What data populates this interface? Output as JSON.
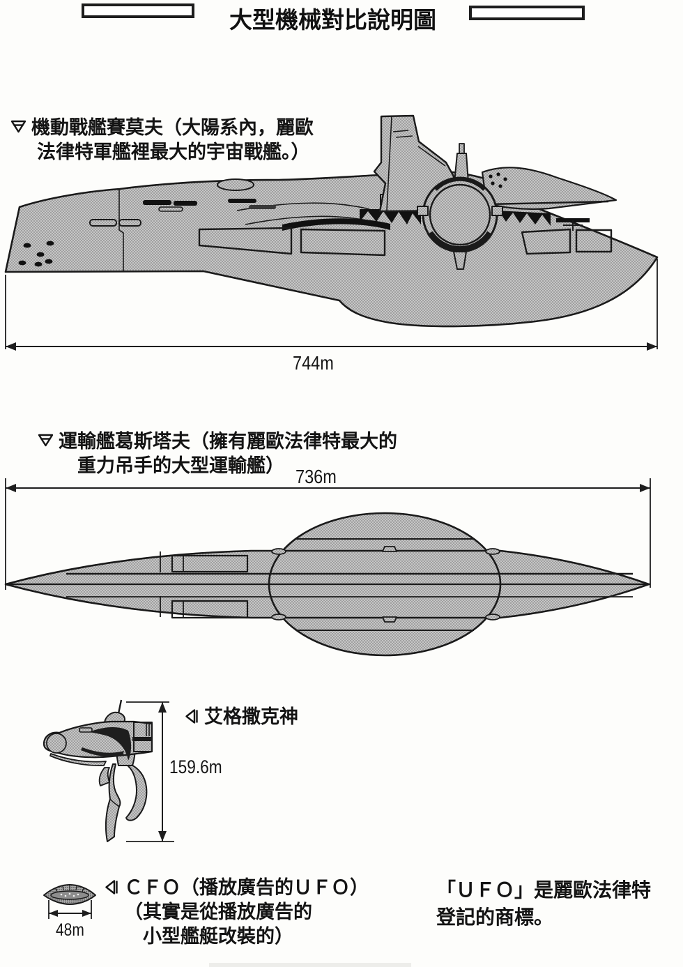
{
  "page": {
    "title": "大型機械對比說明圖"
  },
  "ships": [
    {
      "marker_icon": "down-triangle-marker",
      "caption_line1": "機動戰艦賽莫夫（大陽系內，麗歐",
      "caption_line2": "法律特軍艦裡最大的宇宙戰艦。）",
      "length_label": "744m"
    },
    {
      "marker_icon": "down-triangle-marker",
      "caption_line1": "運輸艦葛斯塔夫（擁有麗歐法律特最大的",
      "caption_line2": "重力吊手的大型運輸艦）",
      "length_label": "736m"
    },
    {
      "marker_icon": "left-triangle-marker",
      "caption_line1": "艾格撒克神",
      "length_label": "159.6m"
    },
    {
      "marker_icon": "left-triangle-marker",
      "caption_line1": "ＣＦＯ（播放廣告的ＵＦＯ）",
      "caption_line2": "（其實是從播放廣告的",
      "caption_line3": "小型艦艇改裝的）",
      "length_label": "48m"
    }
  ],
  "footnote": {
    "line1": "「ＵＦＯ」是麗歐法律特",
    "line2": "登記的商標。"
  },
  "colors": {
    "ink": "#1a1a1a",
    "halftone": "#b5b5b5",
    "paper": "#fdfdfb"
  }
}
